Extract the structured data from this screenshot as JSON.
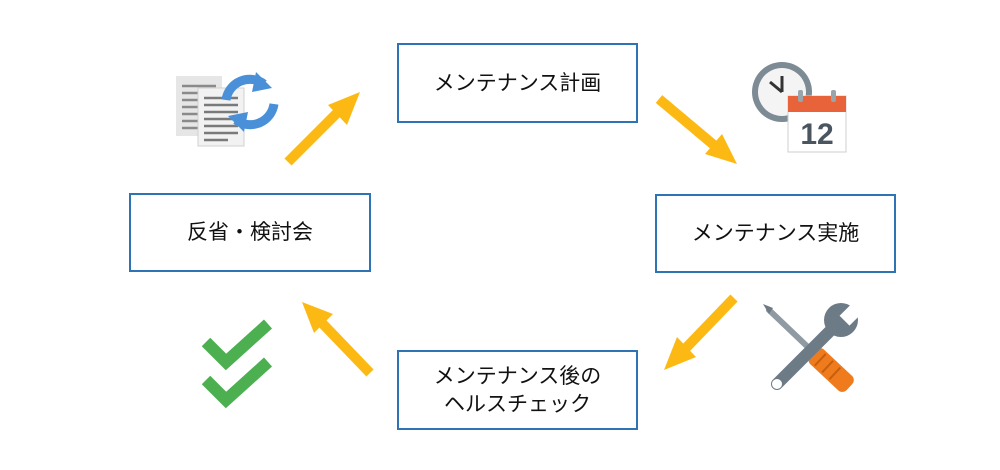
{
  "steps": {
    "plan": "メンテナンス計画",
    "execute": "メンテナンス実施",
    "check_line1": "メンテナンス後の",
    "check_line2": "ヘルスチェック",
    "review": "反省・検討会"
  },
  "icons": {
    "plan": "document-refresh-icon",
    "execute": "clock-calendar-icon",
    "check": "tools-icon",
    "review": "double-check-icon"
  },
  "calendar_day": "12",
  "colors": {
    "box_border": "#2e74b5",
    "arrow": "#fdb913",
    "check_green": "#4caf50",
    "refresh_blue": "#4a90d9",
    "calendar_red": "#e8623a",
    "tool_orange": "#f07b1d",
    "tool_gray": "#6d7b87"
  }
}
